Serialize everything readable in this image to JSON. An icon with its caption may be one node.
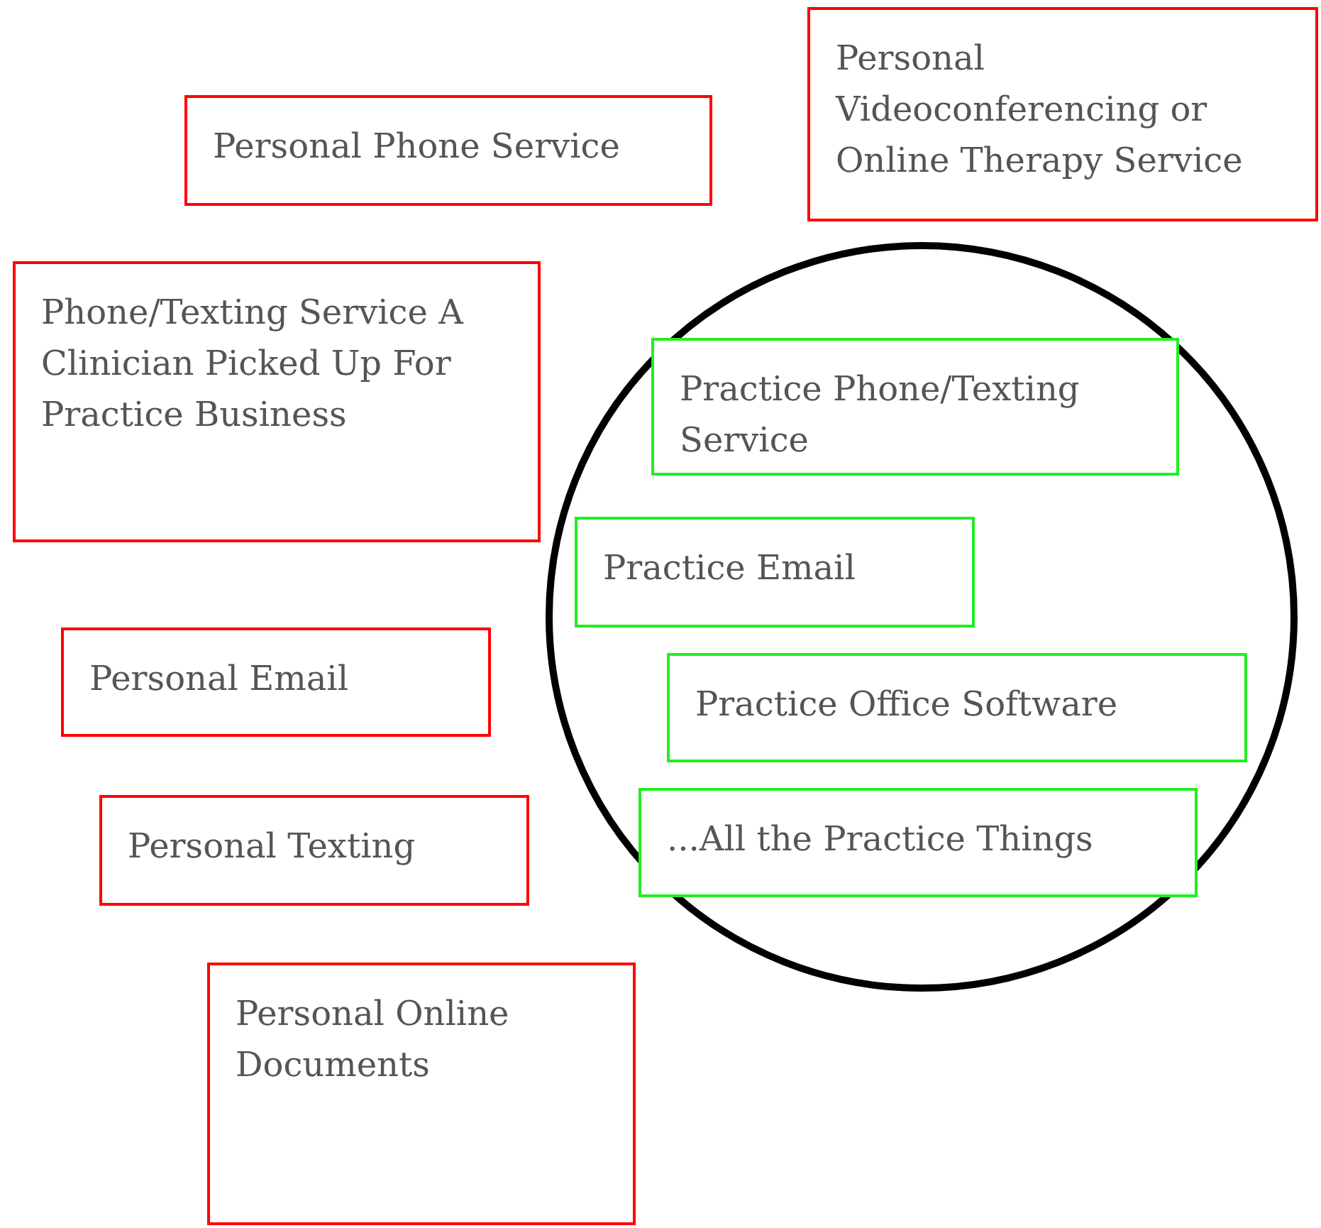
{
  "diagram": {
    "nodes": [
      {
        "text": [
          "Personal Videoconferencing or Online Therapy Service"
        ]
      },
      {
        "text": [
          "Personal Phone Service"
        ]
      },
      {
        "text": [
          "Phone/Texting Service A Clinician Picked Up For Practice Business"
        ]
      },
      {
        "text": [],
        "shape": "circle"
      },
      {
        "text": [
          "Practice Phone/Texting Service"
        ],
        "in": 3
      },
      {
        "text": [
          "Practice Email"
        ],
        "in": 3
      },
      {
        "text": [
          "Personal Email"
        ]
      },
      {
        "text": [
          "Practice Office Software"
        ],
        "in": 3
      },
      {
        "text": [
          "Personal Texting"
        ]
      },
      {
        "text": [
          "...All the Practice Things"
        ],
        "in": 3
      },
      {
        "text": [
          "Personal Online Documents"
        ]
      }
    ]
  }
}
